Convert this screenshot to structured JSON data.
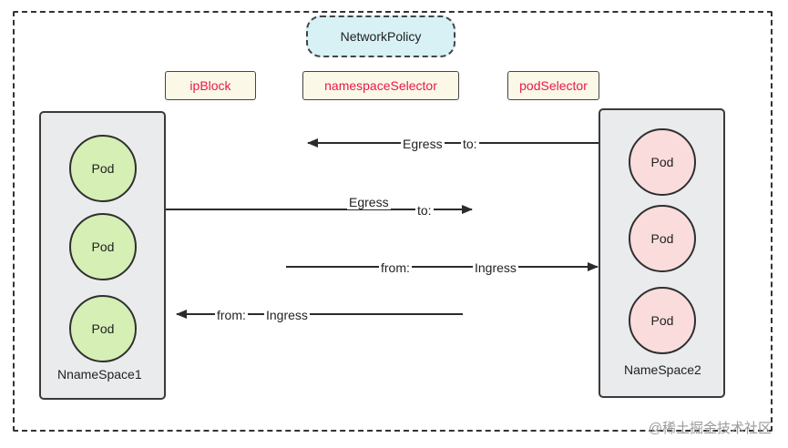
{
  "policy": {
    "label": "NetworkPolicy"
  },
  "selectors": {
    "ipblock": "ipBlock",
    "namespace": "namespaceSelector",
    "pod": "podSelector"
  },
  "namespaces": {
    "left": {
      "label": "NnameSpace1",
      "pods": [
        "Pod",
        "Pod",
        "Pod"
      ]
    },
    "right": {
      "label": "NameSpace2",
      "pods": [
        "Pod",
        "Pod",
        "Pod"
      ]
    }
  },
  "flows": {
    "egress_in": {
      "label1": "Egress",
      "label2": "to:"
    },
    "egress_out": {
      "label1": "Egress",
      "label2": "to:"
    },
    "ingress_out": {
      "label1": "from:",
      "label2": "Ingress"
    },
    "ingress_in": {
      "label1": "from:",
      "label2": "Ingress"
    }
  },
  "watermark": "@稀土掘金技术社区",
  "colors": {
    "left_pod": "#d5efb4",
    "right_pod": "#fbdcdc",
    "policy": "#d7f1f5",
    "selector_text": "#e8194a",
    "namespace_bg": "#e9ebed"
  }
}
